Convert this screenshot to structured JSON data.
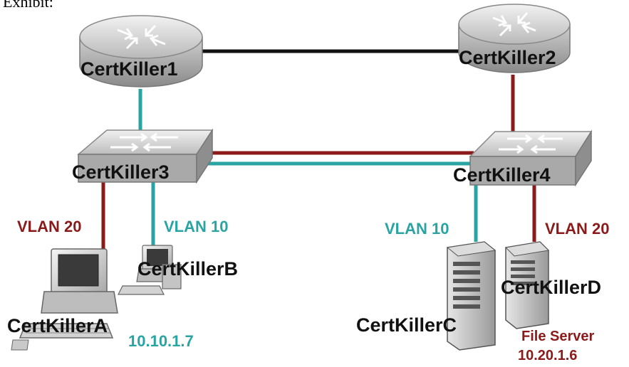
{
  "header_text": "Exhibit:",
  "devices": {
    "router1": "CertKiller1",
    "router2": "CertKiller2",
    "switch3": "CertKiller3",
    "switch4": "CertKiller4",
    "hostA": "CertKillerA",
    "hostB": "CertKillerB",
    "serverC": "CertKillerC",
    "serverD": "CertKillerD"
  },
  "links": {
    "vlan20_left": "VLAN 20",
    "vlan10_left": "VLAN 10",
    "vlan10_right": "VLAN 10",
    "vlan20_right": "VLAN 20"
  },
  "annotations": {
    "hostB_ip": "10.10.1.7",
    "file_server": "File Server",
    "file_server_ip": "10.20.1.6"
  },
  "colors": {
    "vlan10": "#2aa3a3",
    "vlan20": "#8b1a1a",
    "router_link": "#111111"
  }
}
